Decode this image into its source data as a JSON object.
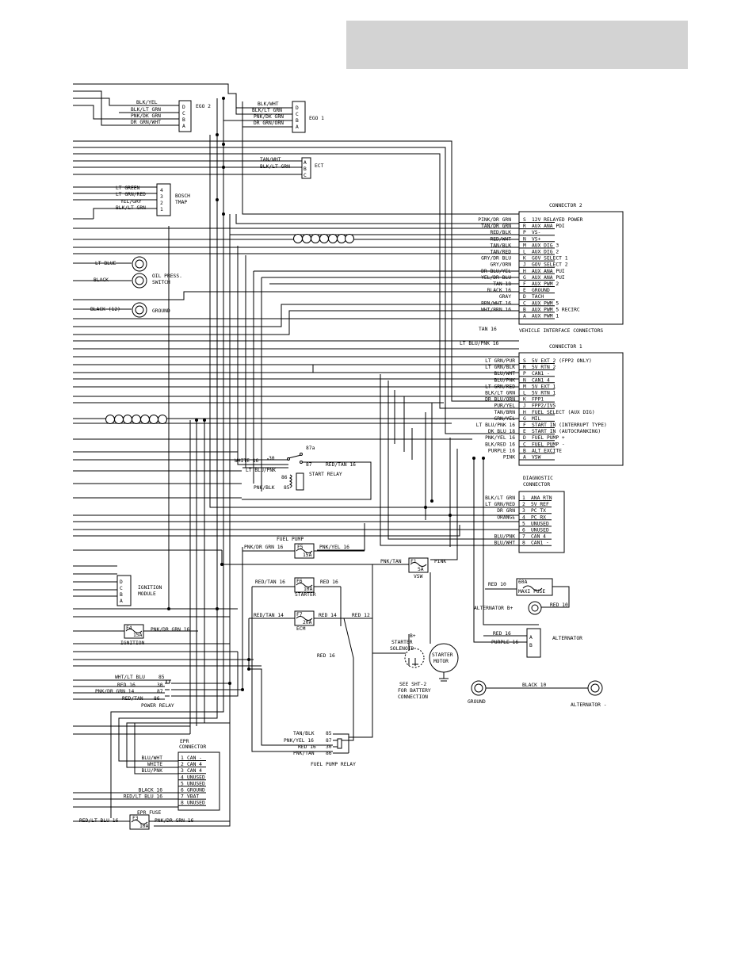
{
  "header": {
    "fill": "#d3d3d3",
    "text": ""
  },
  "ego2": {
    "name": "EGO 2",
    "pins": [
      "D",
      "C",
      "B",
      "A"
    ],
    "wires": [
      "BLK/YEL",
      "BLK/LT GRN",
      "PNK/DK GRN",
      "DR GRN/WHT"
    ]
  },
  "ego1": {
    "name": "EGO 1",
    "pins": [
      "D",
      "C",
      "B",
      "A"
    ],
    "wires": [
      "BLK/WHT",
      "BLK/LT GRN",
      "PNK/DK GRN",
      "DR GRN/ORN"
    ]
  },
  "ect": {
    "name": "ECT",
    "pins": [
      "A",
      "B",
      "C"
    ],
    "wires": [
      "TAN/WHT",
      "BLK/LT GRN"
    ]
  },
  "tmap": {
    "name_line1": "BOSCH",
    "name_line2": "TMAP",
    "pins": [
      "4",
      "3",
      "2",
      "1"
    ],
    "wires": [
      "LT GREEN",
      "LT GRN/RED",
      "YEL/GRY",
      "BLK/LT GRN"
    ]
  },
  "oil_switch": {
    "name_line1": "OIL PRESS.",
    "name_line2": "SWITCH",
    "wires": [
      "LT BLUE",
      "BLACK"
    ]
  },
  "ground_top": {
    "name": "GROUND",
    "wire": "BLACK (12)"
  },
  "connector2": {
    "title": "CONNECTOR 2",
    "caption": "VEHICLE INTERFACE CONNECTORS",
    "rows": [
      {
        "wire": "PINK/DR GRN",
        "pin": "S",
        "func": "12V RELAYED POWER"
      },
      {
        "wire": "TAN/DR GRN",
        "pin": "R",
        "func": "AUX ANA PDI"
      },
      {
        "wire": "RED/BLK",
        "pin": "P",
        "func": "VS-"
      },
      {
        "wire": "RED/WHT",
        "pin": "N",
        "func": "VS+"
      },
      {
        "wire": "TAN/BLK",
        "pin": "M",
        "func": "AUX DIG 3"
      },
      {
        "wire": "TAN/RED",
        "pin": "L",
        "func": "AUX DIG 2"
      },
      {
        "wire": "GRY/DR BLU",
        "pin": "K",
        "func": "GOV SELECT 1"
      },
      {
        "wire": "GRY/ORN",
        "pin": "J",
        "func": "GOV SELECT 2"
      },
      {
        "wire": "DR BLU/YEL",
        "pin": "H",
        "func": "AUX ANA PUI"
      },
      {
        "wire": "YEL/DR BLU",
        "pin": "G",
        "func": "AUX ANA PUI"
      },
      {
        "wire": "TAN 18",
        "pin": "F",
        "func": "AUX PWM 2"
      },
      {
        "wire": "BLACK 16",
        "pin": "E",
        "func": "GROUND"
      },
      {
        "wire": "GRAY",
        "pin": "D",
        "func": "TACH"
      },
      {
        "wire": "BRN/WHT 16",
        "pin": "C",
        "func": "AUX PWM 5"
      },
      {
        "wire": "WHT/BRN 16",
        "pin": "B",
        "func": "AUX PWM 5 RECIRC"
      },
      {
        "wire": "",
        "pin": "A",
        "func": "AUX PWM 1"
      }
    ],
    "loose_wires": [
      "TAN 16",
      "LT BLU/PNK 16"
    ]
  },
  "connector1": {
    "title": "CONNECTOR 1",
    "rows": [
      {
        "wire": "LT GRN/PUR",
        "pin": "S",
        "func": "5V EXT 2 (FPP2 ONLY)"
      },
      {
        "wire": "LT GRN/BLK",
        "pin": "R",
        "func": "5V RTN 2"
      },
      {
        "wire": "BLU/WHT",
        "pin": "P",
        "func": "CAN1 -"
      },
      {
        "wire": "BLU/PNK",
        "pin": "N",
        "func": "CAN1 4"
      },
      {
        "wire": "LT GRN/RED",
        "pin": "M",
        "func": "5V EXT 1"
      },
      {
        "wire": "BLK/LT GRN",
        "pin": "L",
        "func": "5V RTN 1"
      },
      {
        "wire": "DR BLU/ORN",
        "pin": "K",
        "func": "FPP1"
      },
      {
        "wire": "PUR/YEL",
        "pin": "J",
        "func": "FPP2/IVS"
      },
      {
        "wire": "TAN/BRN",
        "pin": "H",
        "func": "FUEL SELECT (AUX DIG)"
      },
      {
        "wire": "GRN/YEL",
        "pin": "G",
        "func": "MIL"
      },
      {
        "wire": "LT BLU/PNK 16",
        "pin": "F",
        "func": "START IN (INTERRUPT TYPE)"
      },
      {
        "wire": "DK BLU 18",
        "pin": "E",
        "func": "START IN (AUTOCRANKING)"
      },
      {
        "wire": "PNK/YEL 16",
        "pin": "D",
        "func": "FUEL PUMP +"
      },
      {
        "wire": "BLK/RED 16",
        "pin": "C",
        "func": "FUEL PUMP -"
      },
      {
        "wire": "PURPLE 16",
        "pin": "B",
        "func": "ALT EXCITE"
      },
      {
        "wire": "PINK",
        "pin": "A",
        "func": "VSW"
      }
    ]
  },
  "diagnostic": {
    "title_line1": "DIAGNOSTIC",
    "title_line2": "CONNECTOR",
    "rows": [
      {
        "wire": "BLK/LT GRN",
        "pin": "1",
        "func": "ANA RTN"
      },
      {
        "wire": "LT GRN/RED",
        "pin": "2",
        "func": "5V REF"
      },
      {
        "wire": "DR GRN",
        "pin": "3",
        "func": "PC TX"
      },
      {
        "wire": "ORANGE",
        "pin": "4",
        "func": "PC RX"
      },
      {
        "wire": "",
        "pin": "5",
        "func": "UNUSED"
      },
      {
        "wire": "",
        "pin": "6",
        "func": "UNUSED"
      },
      {
        "wire": "BLU/PNK",
        "pin": "7",
        "func": "CAN 4"
      },
      {
        "wire": "BLU/WHT",
        "pin": "8",
        "func": "CAN1 -"
      }
    ]
  },
  "start_relay": {
    "name": "START RELAY",
    "terminals": [
      "30",
      "87a",
      "87",
      "86",
      "85"
    ],
    "wires": [
      "WHITE 16",
      "RED/TAN 16",
      "LT BLU/PNK",
      "PNK/BLK"
    ]
  },
  "fuel_pump": {
    "label": "FUEL PUMP",
    "fuse": "F5",
    "amps": "15A",
    "wires": [
      "PNK/DR GRN 16",
      "PNK/YEL 16"
    ]
  },
  "vsw": {
    "label": "VSW",
    "fuse": "F1",
    "amps": "5A",
    "wires": [
      "PNK/TAN",
      "PINK"
    ]
  },
  "starter_fuse": {
    "label": "STARTER",
    "fuse": "F6",
    "amps": "10A",
    "wires": [
      "RED/TAN 16",
      "RED 16"
    ]
  },
  "ecm_fuse": {
    "label": "ECM",
    "fuse": "F7",
    "amps": "20A",
    "wires": [
      "RED/TAN 14",
      "RED 14",
      "RED 12"
    ]
  },
  "ignition_module": {
    "name_line1": "IGNITION",
    "name_line2": "MODULE",
    "pins": [
      "D",
      "C",
      "B",
      "A"
    ]
  },
  "ignition_fuse": {
    "label": "IGNITION",
    "fuse": "F4",
    "amps": "15A",
    "wire": "PNK/DR GRN 16"
  },
  "maxi_fuse": {
    "amps": "60A",
    "name": "MAXI FUSE",
    "wires": [
      "RED 10",
      "RED 10"
    ]
  },
  "alternator": {
    "bplus": "ALTERNATOR B+",
    "name": "ALTERNATOR",
    "pins": [
      "A",
      "B"
    ],
    "wires": [
      "RED 16",
      "PURPLE 16"
    ],
    "minus": "ALTERNATOR -"
  },
  "starter": {
    "bplus": "B+",
    "solenoid_line1": "STARTER",
    "solenoid_line2": "SOLENOID",
    "motor_line1": "STARTER",
    "motor_line2": "MOTOR",
    "note_lines": [
      "SEE SHT-2",
      "FOR BATTERY",
      "CONNECTION"
    ],
    "wire": "RED 16"
  },
  "ground_bottom": {
    "name": "GROUND",
    "wire": "BLACK 10"
  },
  "power_relay": {
    "name": "POWER RELAY",
    "rows": [
      {
        "wire": "WHT/LT BLU",
        "term": "85"
      },
      {
        "wire": "RED 16",
        "term": "30"
      },
      {
        "wire": "PNK/DR GRN 14",
        "term": "87"
      },
      {
        "wire": "RED/TAN",
        "term": "86"
      }
    ]
  },
  "fuel_pump_relay": {
    "name": "FUEL PUMP RELAY",
    "rows": [
      {
        "wire": "TAN/BLK",
        "term": "85"
      },
      {
        "wire": "PNK/YEL 16",
        "term": "87"
      },
      {
        "wire": "RED 16",
        "term": "30"
      },
      {
        "wire": "PNK/TAN",
        "term": "86"
      }
    ]
  },
  "epr": {
    "title_line1": "EPR",
    "title_line2": "CONNECTOR",
    "rows": [
      {
        "wire": "BLU/WHT",
        "pin": "1",
        "func": "CAN -"
      },
      {
        "wire": "WHITE",
        "pin": "2",
        "func": "CAN 4"
      },
      {
        "wire": "BLU/PNK",
        "pin": "3",
        "func": "CAN 4"
      },
      {
        "wire": "",
        "pin": "4",
        "func": "UNUSED"
      },
      {
        "wire": "",
        "pin": "5",
        "func": "UNUSED"
      },
      {
        "wire": "BLACK 16",
        "pin": "6",
        "func": "GROUND"
      },
      {
        "wire": "RED/LT BLU 16",
        "pin": "7",
        "func": "VBAT"
      },
      {
        "wire": "",
        "pin": "8",
        "func": "UNUSED"
      }
    ]
  },
  "epr_fuse": {
    "label": "EPR FUSE",
    "fuse": "F3",
    "amps": "10A",
    "wires": [
      "RED/LT BLU 16",
      "PNK/DR GRN 16"
    ]
  }
}
